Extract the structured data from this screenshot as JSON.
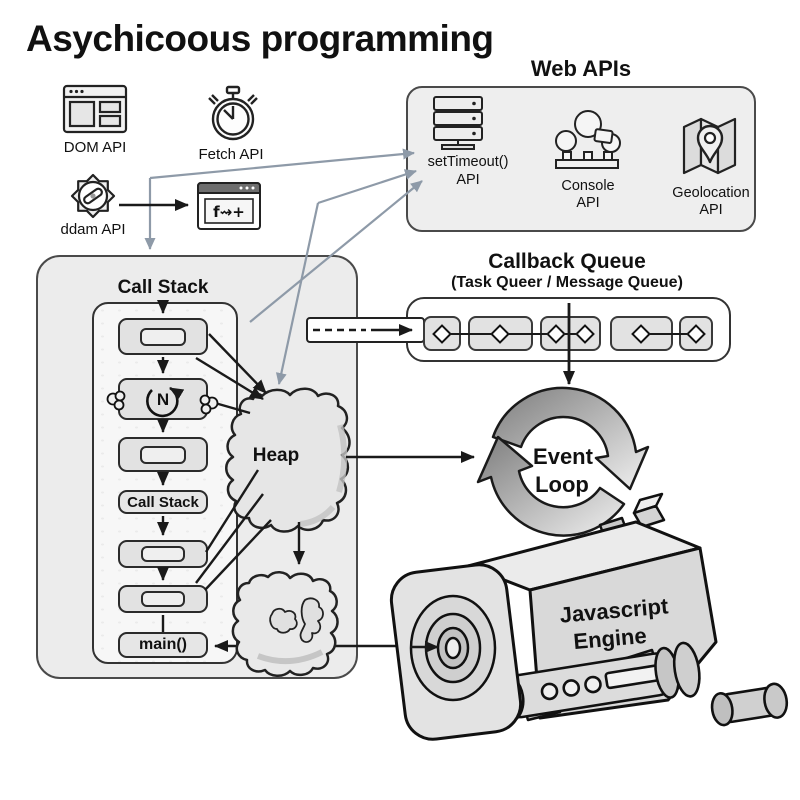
{
  "title": "Asychicoous programming",
  "colors": {
    "background": "#ffffff",
    "panel_fill": "#ececec",
    "inner_panel_fill": "#f7f7f7",
    "frame_fill": "#e2e2e2",
    "arrow_black": "#1a1a1a",
    "arrow_gray": "#8e9aa8",
    "outline": "#2b2b2b"
  },
  "left_apis": {
    "dom": {
      "label": "DOM API",
      "icon": "browser-window-icon"
    },
    "fetch": {
      "label": "Fetch API",
      "icon": "stopwatch-icon"
    },
    "ddam": {
      "label": "ddam API",
      "icon": "gear-icon"
    },
    "code_window": {
      "label": "f⇝+",
      "icon": "code-window-icon"
    }
  },
  "web_apis": {
    "title": "Web APIs",
    "items": [
      {
        "line1": "setTimeout()",
        "line2": "API",
        "icon": "server-stack-icon"
      },
      {
        "line1": "Console",
        "line2": "API",
        "icon": "console-icon"
      },
      {
        "line1": "Geolocation",
        "line2": "API",
        "icon": "map-pin-icon"
      }
    ]
  },
  "call_stack": {
    "title": "Call Stack",
    "frames": [
      {
        "type": "slot",
        "label": ""
      },
      {
        "type": "loop",
        "label": "N",
        "icon": "circular-arrow-icon"
      },
      {
        "type": "slot",
        "label": ""
      },
      {
        "type": "text",
        "label": "Call Stack"
      },
      {
        "type": "slot",
        "label": ""
      },
      {
        "type": "slot",
        "label": ""
      },
      {
        "type": "text",
        "label": "main()"
      }
    ]
  },
  "heap": {
    "label": "Heap"
  },
  "callback_queue": {
    "title": "Callback Queue",
    "subtitle": "(Task Queer / Message Queue)",
    "cells": [
      {
        "diamonds": 1
      },
      {
        "diamonds": 1
      },
      {
        "diamonds": 2
      },
      {
        "diamonds": 1
      },
      {
        "diamonds": 1
      }
    ]
  },
  "event_loop": {
    "line1": "Event",
    "line2": "Loop"
  },
  "engine": {
    "line1": "Javascript",
    "line2": "Engine"
  }
}
